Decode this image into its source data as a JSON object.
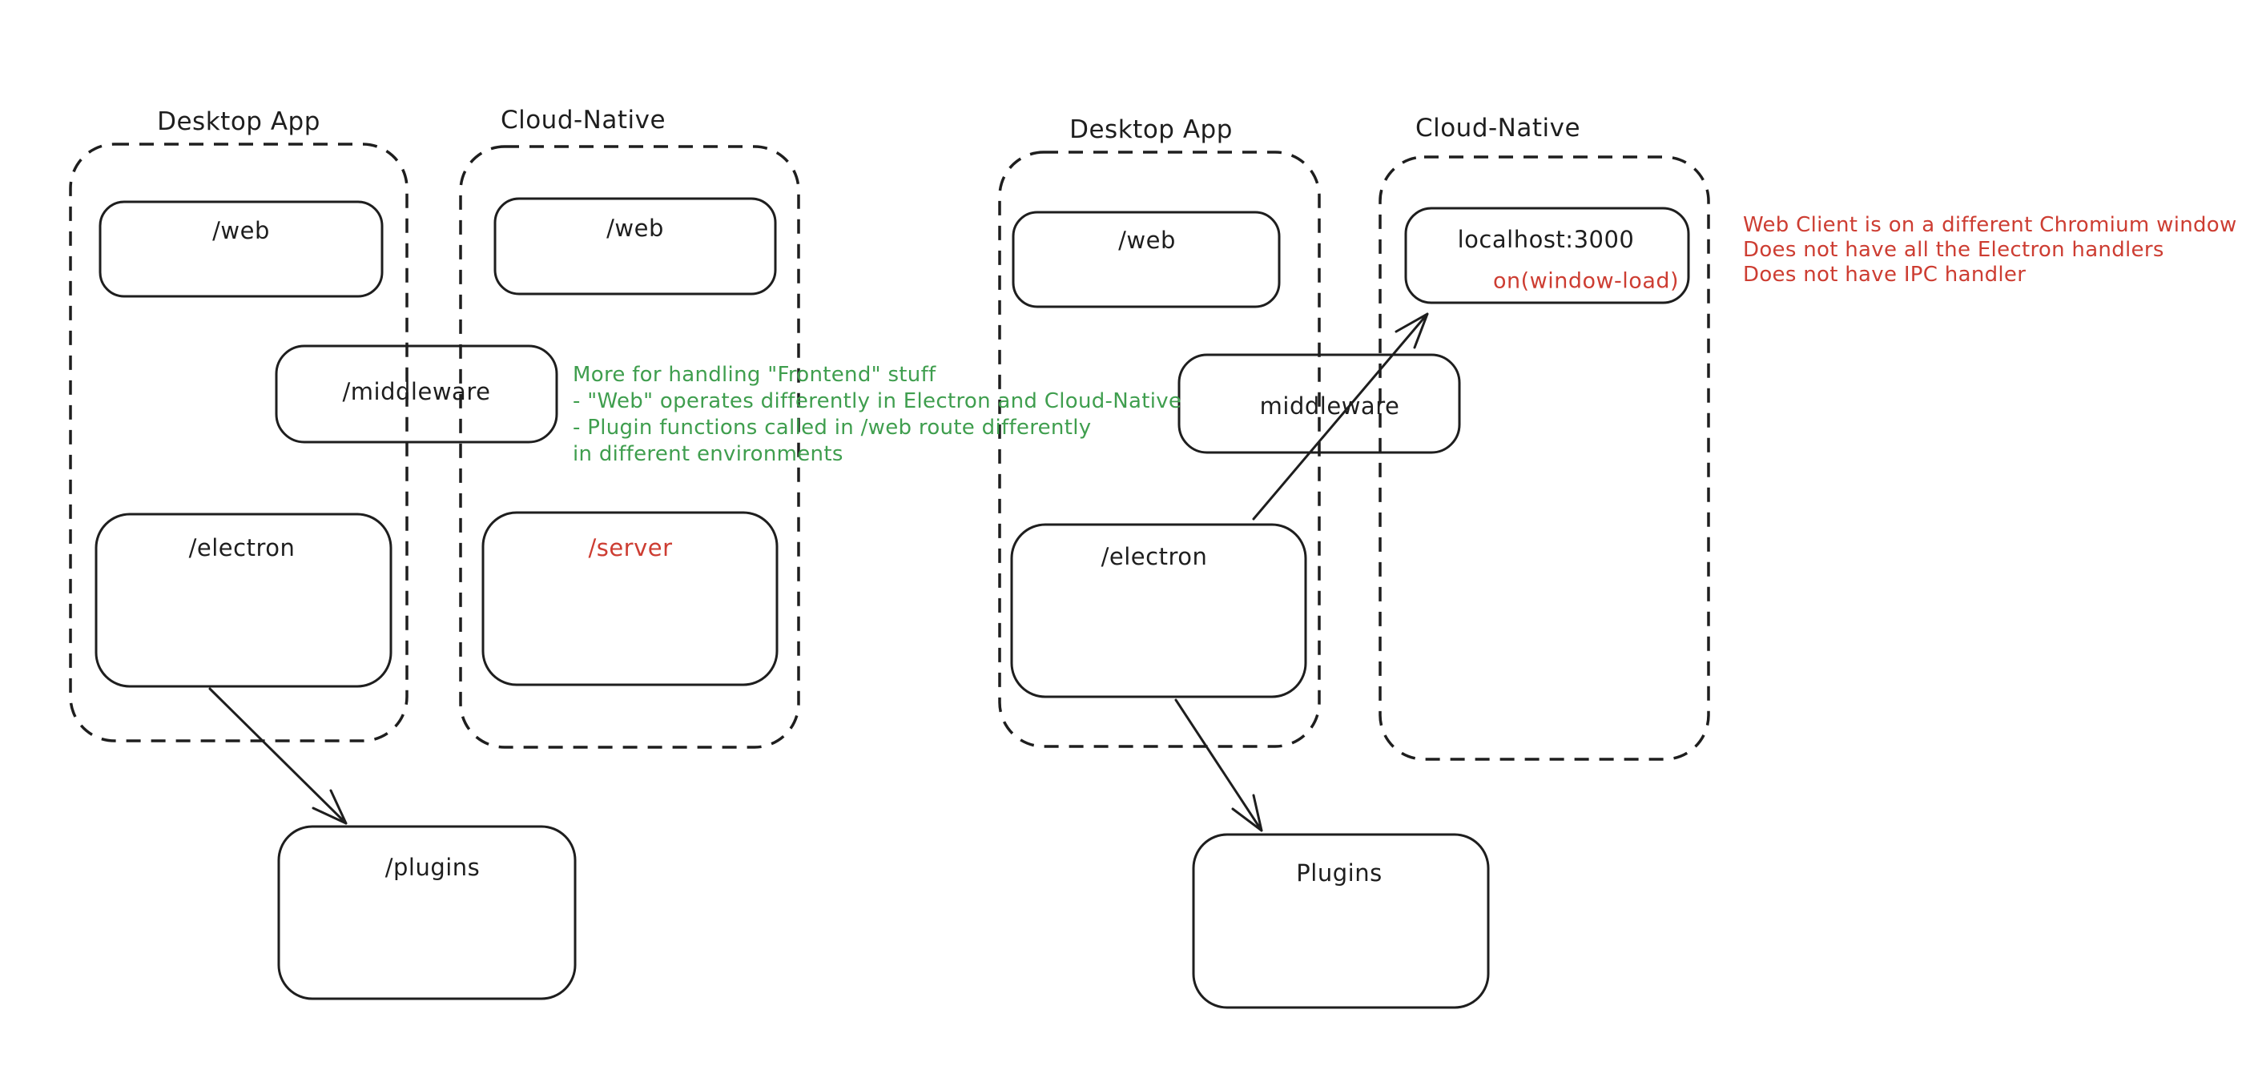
{
  "diagram_type": "hand-drawn architecture comparison sketch",
  "colors": {
    "stroke": "#1e1e1e",
    "red_text": "#cd3d32",
    "green_text": "#3f9e4e",
    "background": "#ffffff"
  },
  "left": {
    "desktop_label": "Desktop App",
    "cloud_label": "Cloud-Native",
    "web_desktop": "/web",
    "web_cloud": "/web",
    "middleware": "/middleware",
    "electron": "/electron",
    "server": "/server",
    "plugins": "/plugins",
    "note_lines": [
      "More for handling \"Frontend\" stuff",
      "- \"Web\" operates differently in Electron and Cloud-Native",
      "- Plugin functions called in /web route differently",
      "in different environments"
    ]
  },
  "right": {
    "desktop_label": "Desktop App",
    "cloud_label": "Cloud-Native",
    "web_desktop": "/web",
    "localhost": "localhost:3000",
    "window_load": "on(window-load)",
    "middleware": "middleware",
    "electron": "/electron",
    "plugins": "Plugins",
    "note_lines": [
      "Web Client is on a different Chromium window",
      "Does not have all the Electron handlers",
      "Does not have IPC handler"
    ]
  }
}
